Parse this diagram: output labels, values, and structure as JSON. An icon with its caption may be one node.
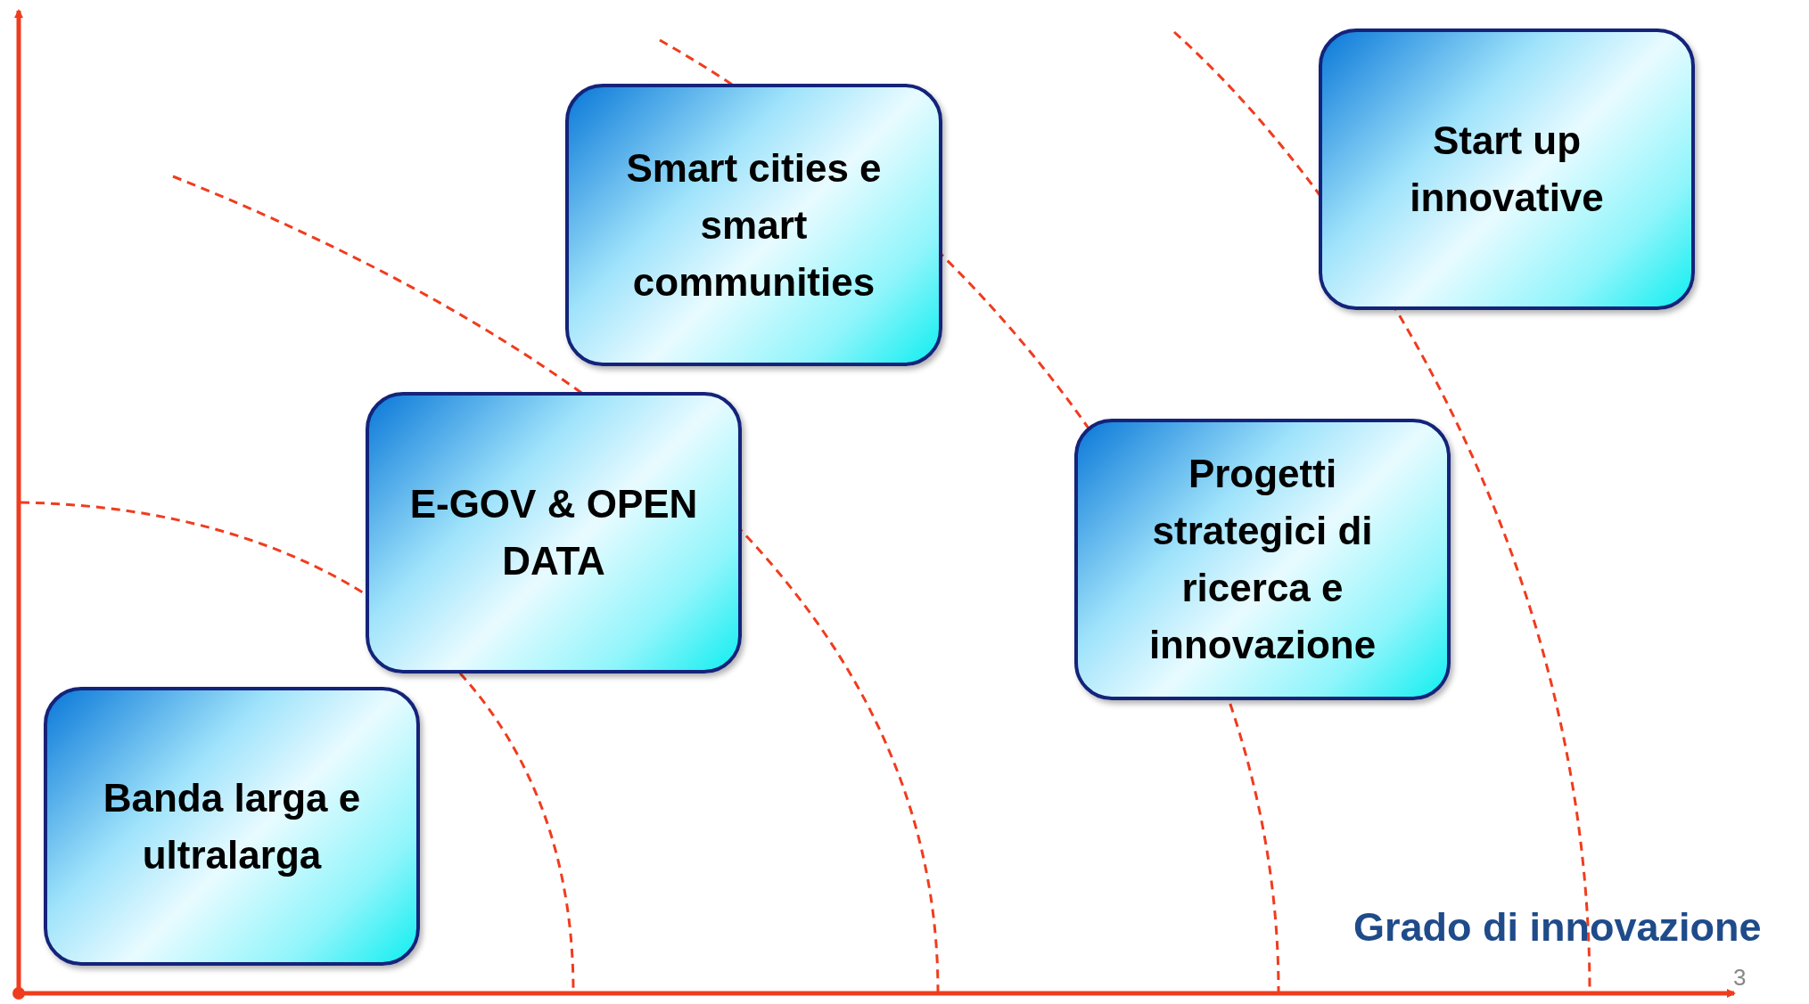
{
  "diagram": {
    "nodes": [
      {
        "text": [
          "Banda larga e ultralarga"
        ]
      },
      {
        "text": [
          "E-GOV & OPEN DATA"
        ]
      },
      {
        "text": [
          "Smart cities e smart communities"
        ]
      },
      {
        "text": [
          "Progetti strategici di ricerca e innovazione"
        ]
      },
      {
        "text": [
          "Start up innovative"
        ]
      }
    ],
    "labels": [
      "Grado di innovazione",
      "3"
    ]
  }
}
